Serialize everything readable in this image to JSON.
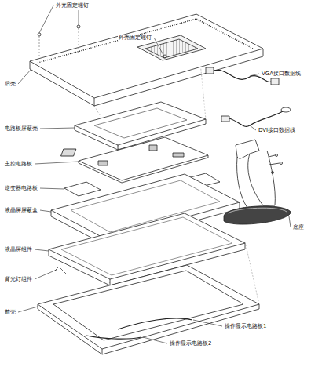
{
  "diagram": {
    "labels": [
      "外壳固定螺钉",
      "外壳固定螺钉",
      "后壳",
      "VGA接口数据线",
      "电路板屏蔽壳",
      "DVI接口数据线",
      "主控电路板",
      "逆变器电路板",
      "液晶屏屏蔽盒",
      "底座",
      "液晶屏组件",
      "背光灯组件",
      "前壳",
      "操作显示电路板1",
      "操作显示电路板2"
    ]
  }
}
